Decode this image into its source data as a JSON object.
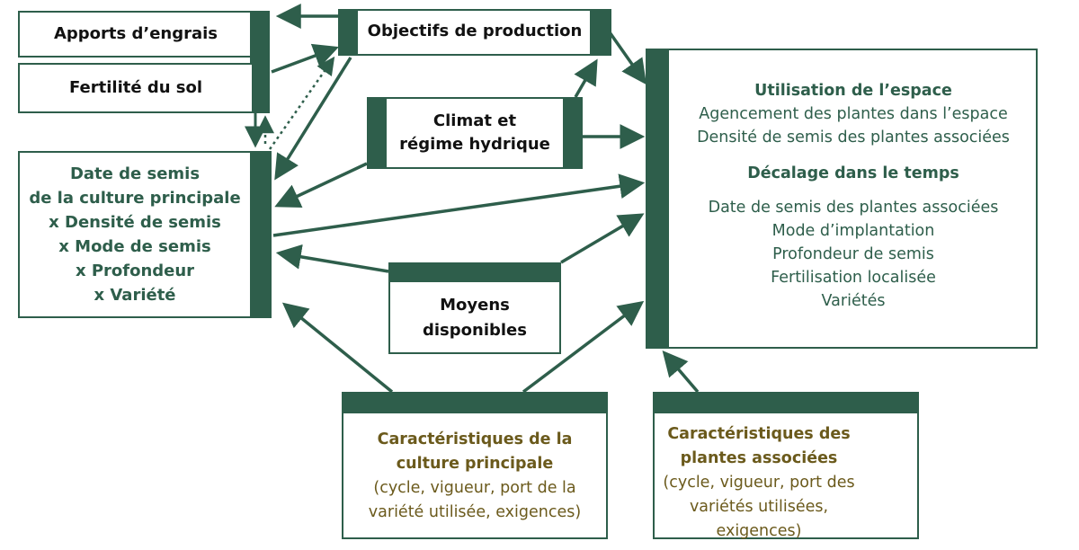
{
  "colors": {
    "primary": "#2e5e4b",
    "olive": "#6b5a1c",
    "text": "#111111"
  },
  "boxes": {
    "apports": "Apports d’engrais",
    "fertilite": "Fertilité du sol",
    "objectifs": "Objectifs de production",
    "climat": [
      "Climat et",
      "régime hydrique"
    ],
    "date_semis": [
      "Date de semis",
      "de la culture principale",
      "x Densité de semis",
      "x Mode de semis",
      "x Profondeur",
      "x Variété"
    ],
    "moyens": [
      "Moyens",
      "disponibles"
    ],
    "resultats": {
      "espace_title": "Utilisation de l’espace",
      "espace_items": [
        "Agencement des plantes dans l’espace",
        "Densité de semis des plantes associées"
      ],
      "temps_title": "Décalage dans le temps",
      "temps_items": [
        "Date de semis des plantes associées",
        "Mode d’implantation",
        "Profondeur de semis",
        "Fertilisation localisée",
        "Variétés"
      ]
    },
    "carac_principale": {
      "title": [
        "Caractéristiques de la",
        "culture principale"
      ],
      "details": [
        "(cycle, vigueur, port de la",
        "variété utilisée, exigences)"
      ]
    },
    "carac_associees": {
      "title": [
        "Caractéristiques des",
        "plantes associées"
      ],
      "details": [
        "(cycle, vigueur, port des",
        "variétés utilisées,",
        "exigences)"
      ]
    }
  }
}
